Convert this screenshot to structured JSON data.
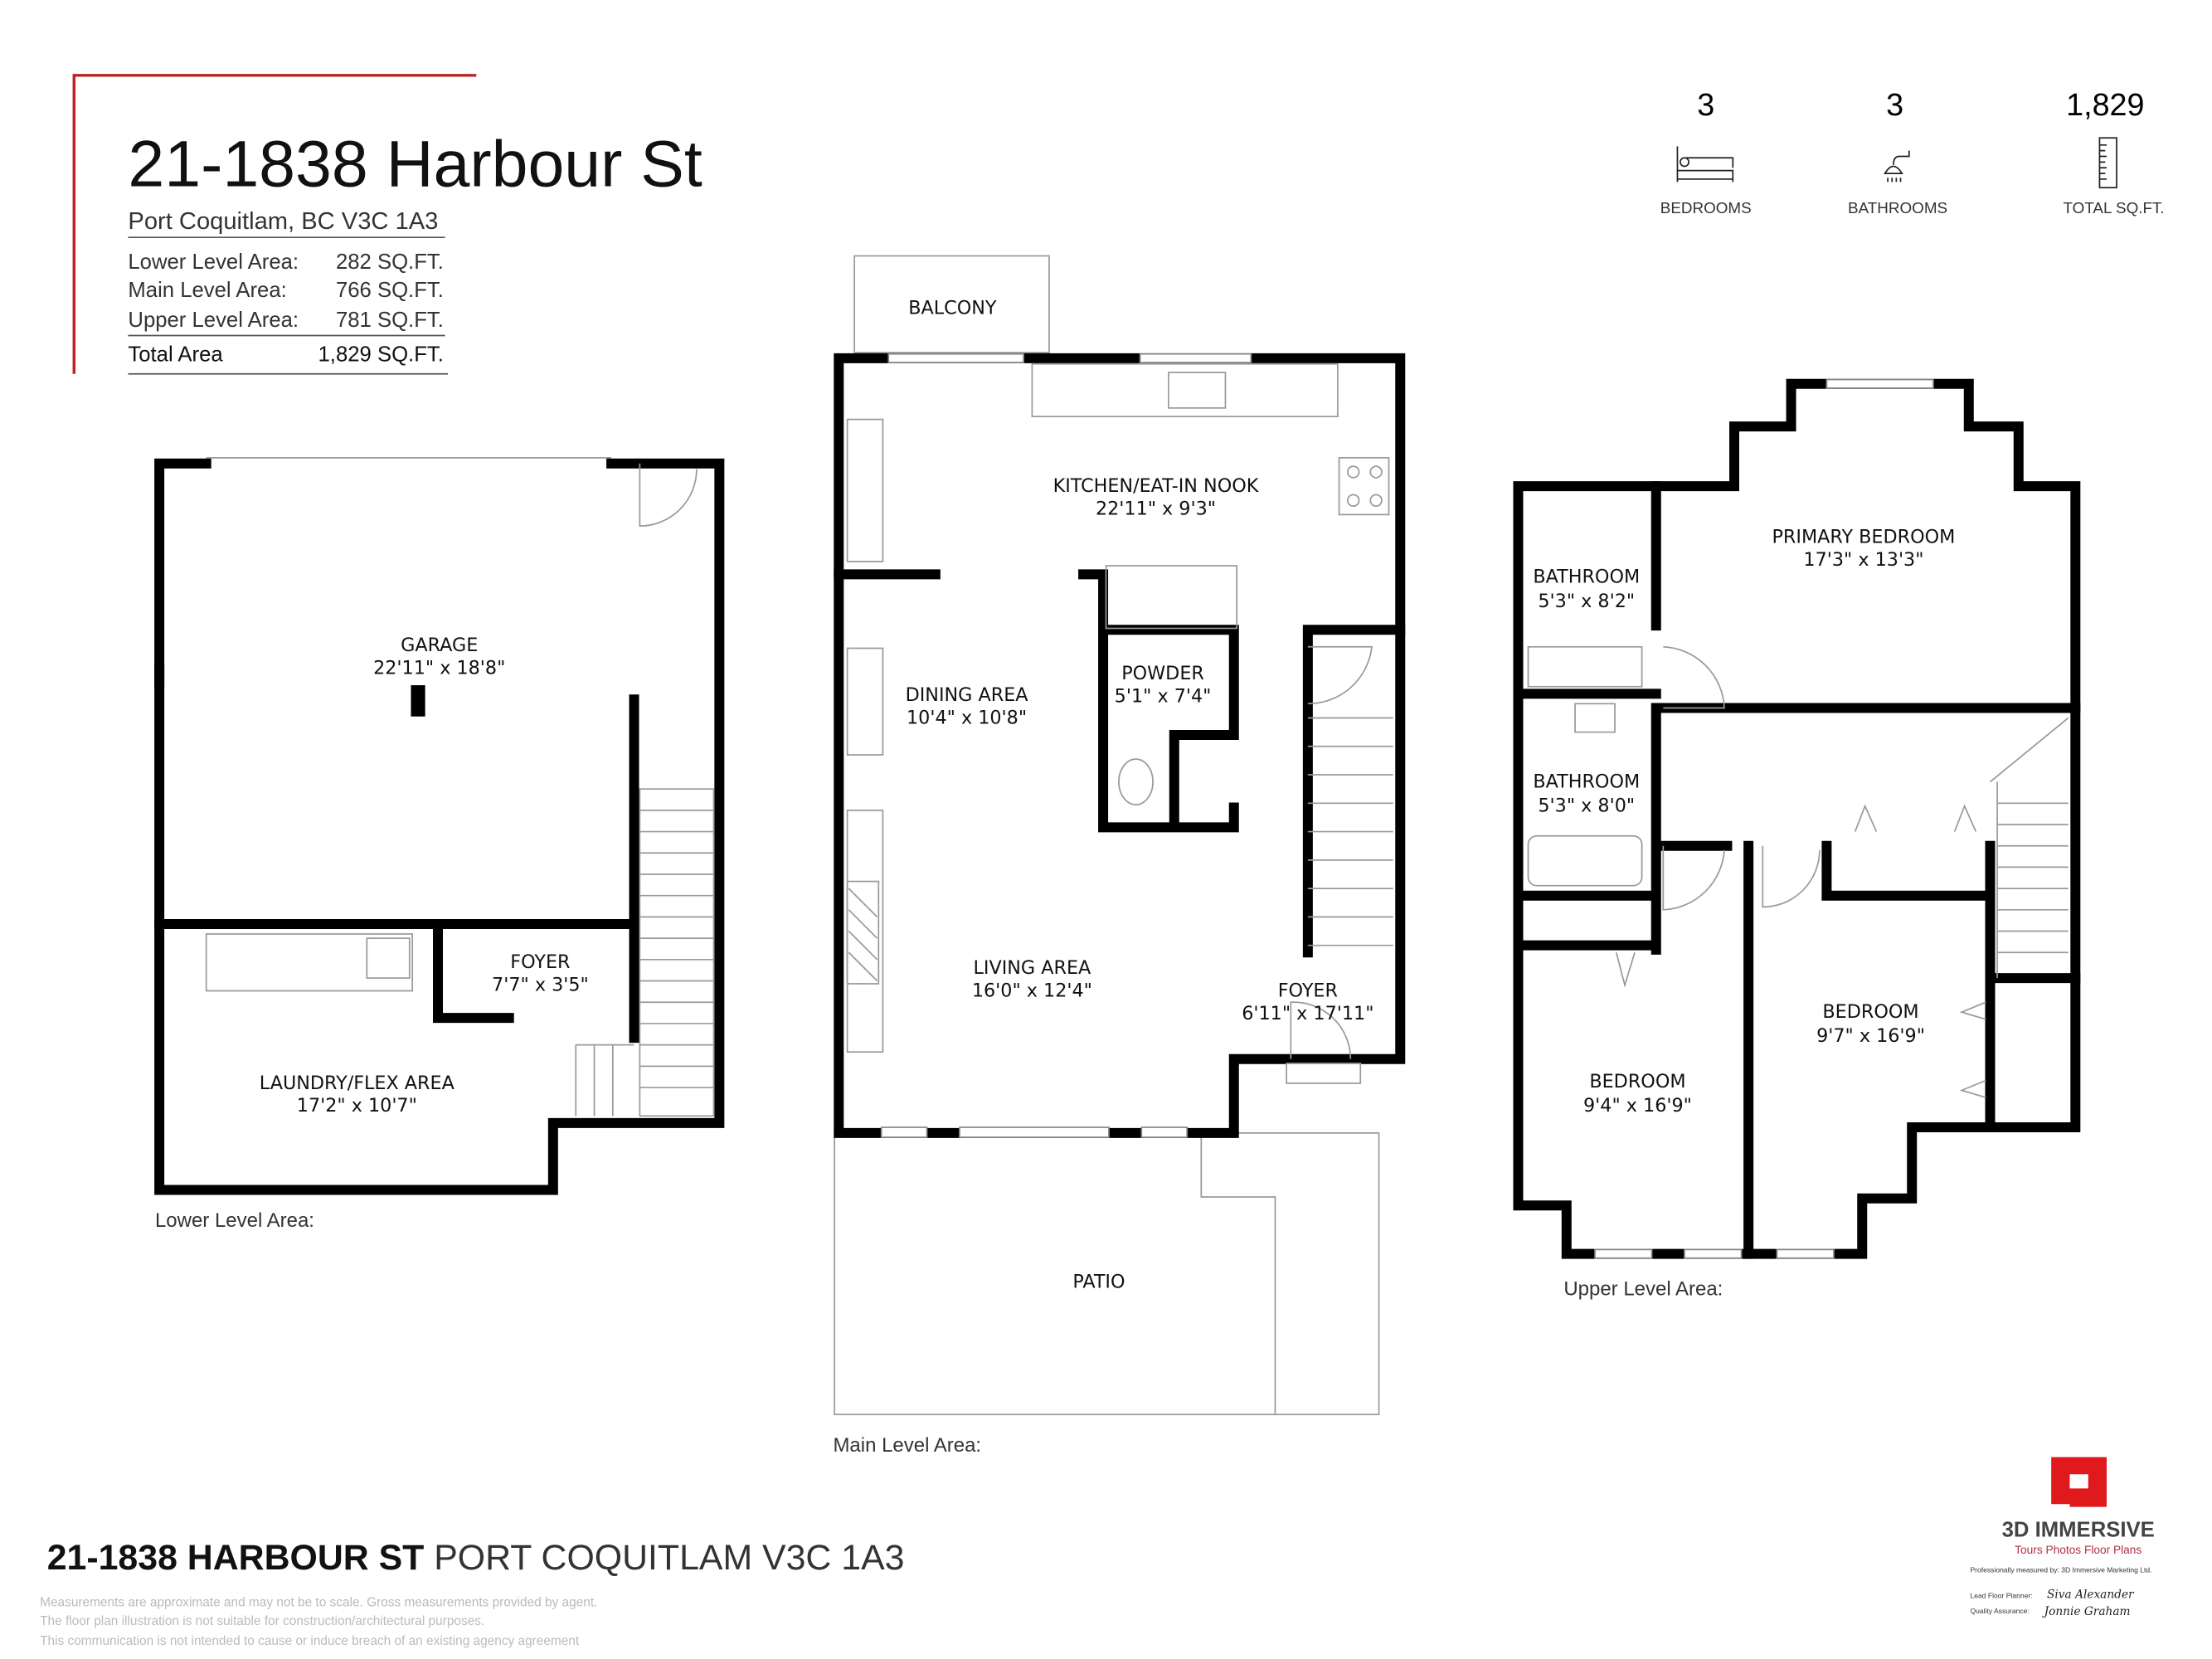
{
  "header": {
    "title": "21-1838 Harbour St",
    "subtitle": "Port Coquitlam, BC V3C 1A3",
    "areas": [
      {
        "label": "Lower Level Area:",
        "value": "282 SQ.FT."
      },
      {
        "label": "Main Level Area:",
        "value": "766 SQ.FT."
      },
      {
        "label": "Upper Level Area:",
        "value": "781 SQ.FT."
      }
    ],
    "total": {
      "label": "Total Area",
      "value": "1,829  SQ.FT."
    }
  },
  "stats": [
    {
      "value": "3",
      "label": "BEDROOMS",
      "icon": "bed-icon"
    },
    {
      "value": "3",
      "label": "BATHROOMS",
      "icon": "shower-icon"
    },
    {
      "value": "1,829",
      "label": "TOTAL SQ.FT.",
      "icon": "ruler-icon"
    }
  ],
  "lower": {
    "caption": "Lower Level Area:",
    "rooms": [
      {
        "name": "GARAGE",
        "dim": "22'11\" x 18'8\""
      },
      {
        "name": "FOYER",
        "dim": "7'7\" x 3'5\""
      },
      {
        "name": "LAUNDRY/FLEX AREA",
        "dim": "17'2\" x 10'7\""
      }
    ]
  },
  "main": {
    "caption": "Main Level Area:",
    "rooms": [
      {
        "name": "BALCONY",
        "dim": ""
      },
      {
        "name": "KITCHEN/EAT-IN NOOK",
        "dim": "22'11\" x 9'3\""
      },
      {
        "name": "DINING AREA",
        "dim": "10'4\" x 10'8\""
      },
      {
        "name": "POWDER",
        "dim": "5'1\" x 7'4\""
      },
      {
        "name": "LIVING AREA",
        "dim": "16'0\" x 12'4\""
      },
      {
        "name": "FOYER",
        "dim": "6'11\" x 17'11\""
      },
      {
        "name": "PATIO",
        "dim": ""
      }
    ]
  },
  "upper": {
    "caption": "Upper Level Area:",
    "rooms": [
      {
        "name": "PRIMARY BEDROOM",
        "dim": "17'3\" x 13'3\""
      },
      {
        "name": "BATHROOM",
        "dim": "5'3\" x 8'2\""
      },
      {
        "name": "BATHROOM",
        "dim": "5'3\" x 8'0\""
      },
      {
        "name": "BEDROOM",
        "dim": "9'7\" x 16'9\""
      },
      {
        "name": "BEDROOM",
        "dim": "9'4\" x 16'9\""
      }
    ]
  },
  "footer": {
    "address_bold": "21-1838 HARBOUR ST",
    "address_rest": " PORT COQUITLAM V3C 1A3",
    "disclaimer": [
      "Measurements are approximate and may not be to scale. Gross measurements provided by agent.",
      "The floor plan illustration is not suitable for construction/architectural purposes.",
      "This communication is not intended to cause or induce breach of an existing agency agreement"
    ]
  },
  "brand": {
    "name": "3D IMMERSIVE",
    "tagline": "Tours  Photos  Floor Plans",
    "measured_by": "Professionally measured by: 3D Immersive Marketing Ltd.",
    "lead_label": "Lead Floor Planner:",
    "lead_sig": "Siva Alexander",
    "qa_label": "Quality Assurance:",
    "qa_sig": "Jonnie Graham",
    "accent": "#e0191d"
  }
}
